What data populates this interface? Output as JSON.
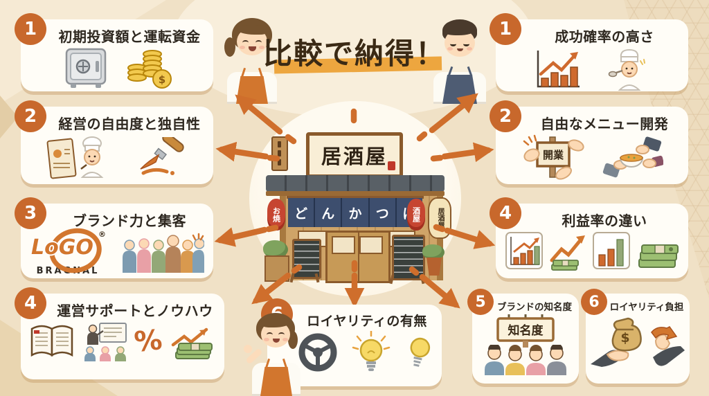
{
  "title": "比較で納得！",
  "storefront": {
    "main_sign": "居酒屋",
    "noren_chars": [
      "ど",
      "ん",
      "か",
      "つ",
      "ば"
    ],
    "lantern_left": "お焼",
    "lantern_right": "酒屋",
    "lantern_side": "居酒屋"
  },
  "left_boxes": [
    {
      "num": "1",
      "title": "初期投資額と運転資金",
      "coin_symbol": "$"
    },
    {
      "num": "2",
      "title": "経営の自由度と独自性"
    },
    {
      "num": "3",
      "title": "ブランド力と集客",
      "logo_text": "LoGO",
      "logo_reg": "®",
      "logo_sub": "BRAGNAL"
    },
    {
      "num": "4",
      "title": "運営サポートとノウハウ",
      "percent": "%"
    }
  ],
  "right_boxes": [
    {
      "num": "1",
      "title": "成功確率の高さ"
    },
    {
      "num": "2",
      "title": "自由なメニュー開発",
      "sign_text": "開業"
    },
    {
      "num": "4",
      "title": "利益率の違い"
    }
  ],
  "bottom_boxes": [
    {
      "num": "6",
      "title": "ロイヤリティの有無"
    },
    {
      "num": "5",
      "title": "ブランドの知名度",
      "sign_text": "知名度"
    },
    {
      "num": "6",
      "title": "ロイヤリティ負担",
      "money_symbol": "$"
    }
  ],
  "colors": {
    "badge": "#c8682c",
    "arrow": "#cf6e2c",
    "highlight": "#eda63f",
    "background": "#f0e1c6"
  }
}
